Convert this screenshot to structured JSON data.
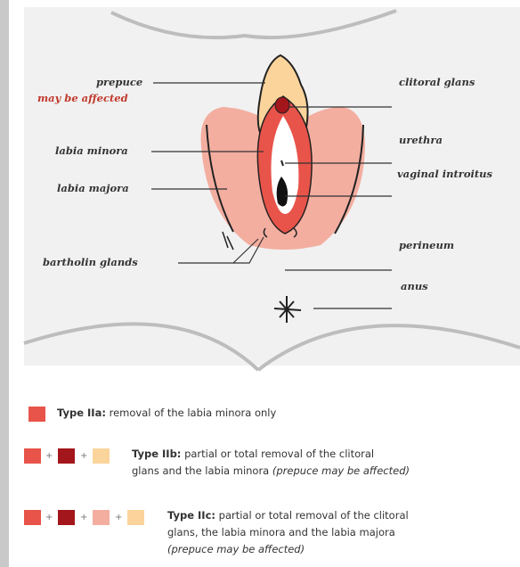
{
  "labels": {
    "prepuce": "prepuce",
    "may_be_affected": "may be affected",
    "labia_minora": "labia minora",
    "labia_majora": "labia majora",
    "bartholin_glands": "bartholin glands",
    "clitoral_glans": "clitoral glans",
    "urethra": "urethra",
    "vaginal_introitus": "vaginal introitus",
    "perineum": "perineum",
    "anus": "anus"
  },
  "legend": {
    "type_2a": {
      "name": "Type IIa:",
      "desc": "removal of the labia minora only"
    },
    "type_2b": {
      "name": "Type IIb:",
      "desc_line1": "partial or total removal of the clitoral",
      "desc_line2": "glans and the labia minora",
      "note": "(prepuce may be affected)"
    },
    "type_2c": {
      "name": "Type IIc:",
      "desc_line1": "partial or total removal of the clitoral",
      "desc_line2": "glans, the labia minora and the labia majora",
      "note": "(prepuce may be affected)"
    },
    "plus": "+"
  },
  "colors": {
    "labia_minora": "#e8544a",
    "clitoral_glans": "#a3161b",
    "labia_majora": "#f3aea0",
    "prepuce": "#fbd49b",
    "panel_bg": "#f1f1f1"
  }
}
